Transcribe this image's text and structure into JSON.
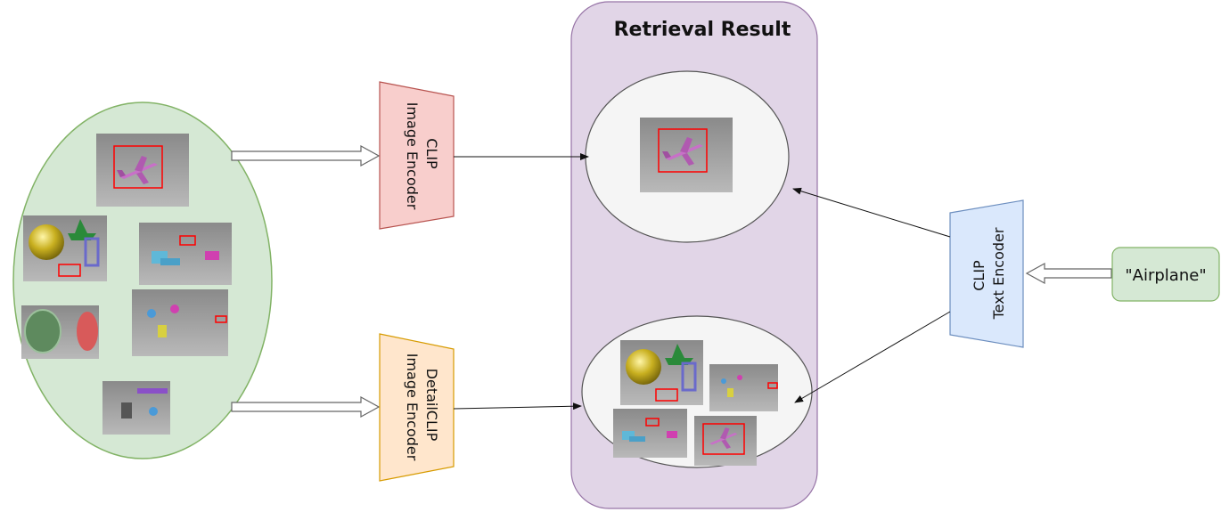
{
  "panel": {
    "title": "Retrieval Result"
  },
  "encoders": {
    "clip_image": {
      "line1": "CLIP",
      "line2": "Image Encoder"
    },
    "detail_image": {
      "line1": "DetailCLIP",
      "line2": "Image Encoder"
    },
    "clip_text": {
      "line1": "CLIP",
      "line2": "Text Encoder"
    }
  },
  "query": {
    "text": "\"Airplane\""
  },
  "colors": {
    "pool_fill": "#d5e8d4",
    "pool_stroke": "#82b366",
    "panel_fill": "#e1d5e7",
    "panel_stroke": "#9673a6",
    "clip_image_fill": "#f8cecc",
    "clip_image_stroke": "#b85450",
    "detail_fill": "#ffe6cc",
    "detail_stroke": "#d79b00",
    "text_enc_fill": "#dae8fc",
    "text_enc_stroke": "#6c8ebf",
    "result_fill": "#f5f5f5",
    "result_stroke": "#555555",
    "highlight_box": "#ff0000"
  }
}
